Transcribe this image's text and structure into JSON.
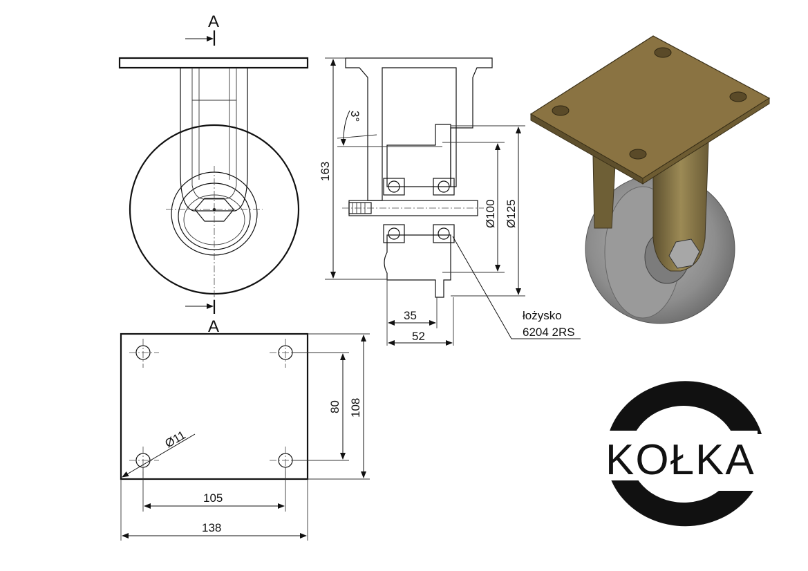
{
  "section_label_top": "A",
  "section_label_bottom": "A",
  "dimensions": {
    "height": "163",
    "angle": "3°",
    "diameter_inner": "Ø100",
    "diameter_outer": "Ø125",
    "hub_width": "35",
    "total_width": "52",
    "hole_diameter": "Ø11",
    "hole_spacing_x": "105",
    "plate_width": "138",
    "hole_spacing_y": "80",
    "plate_length": "108"
  },
  "bearing_note": {
    "line1": "łożysko",
    "line2": "6204 2RS"
  },
  "logo": {
    "text": "KOŁKA"
  },
  "colors": {
    "line": "#111111",
    "plate_render": "#8a7342",
    "wheel_render": "#8d8d8d",
    "fork_render": "#7a6a3d"
  }
}
